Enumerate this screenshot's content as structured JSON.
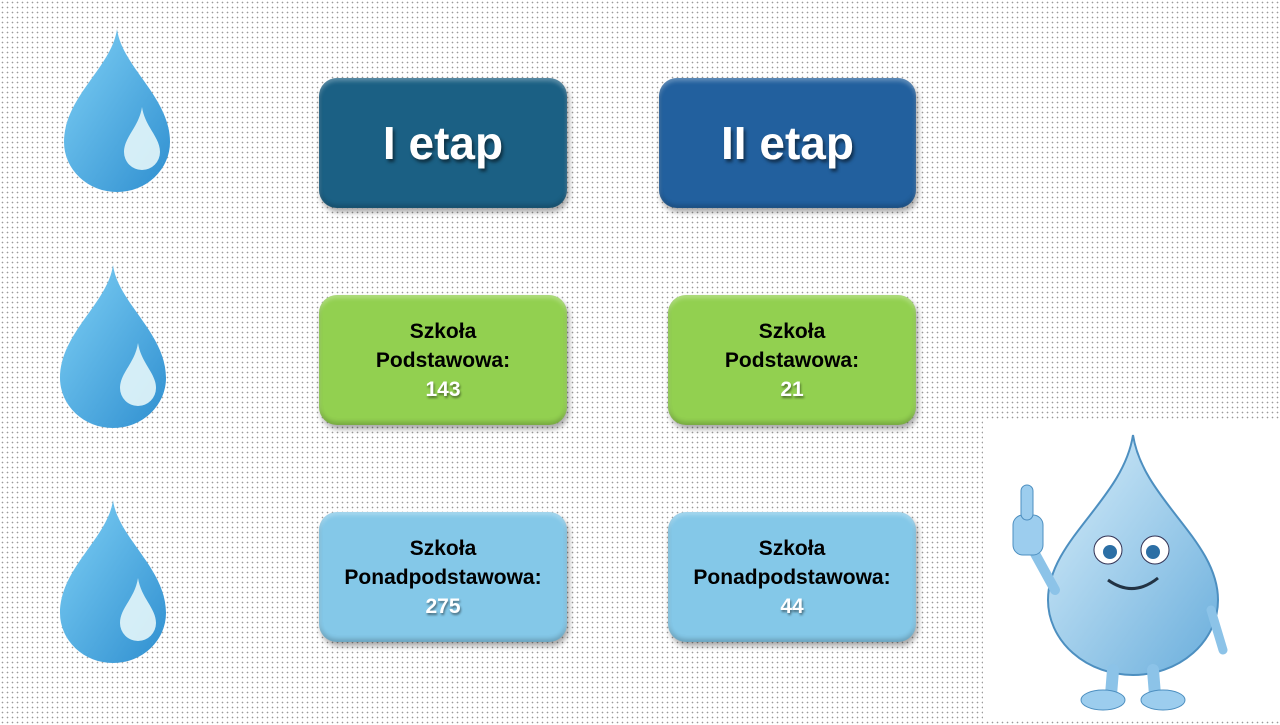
{
  "stages": [
    {
      "title": "I etap",
      "primary": {
        "label_line1": "Szkoła",
        "label_line2": "Podstawowa:",
        "value": "143"
      },
      "secondary": {
        "label_line1": "Szkoła",
        "label_line2": "Ponadpodstawowa:",
        "value": "275"
      }
    },
    {
      "title": "II etap",
      "primary": {
        "label_line1": "Szkoła",
        "label_line2": "Podstawowa:",
        "value": "21"
      },
      "secondary": {
        "label_line1": "Szkoła",
        "label_line2": "Ponadpodstawowa:",
        "value": "44"
      }
    }
  ],
  "colors": {
    "stage1": "#1b6084",
    "stage2": "#22609e",
    "primary": "#92d050",
    "secondary": "#84c8e8",
    "drop": "#4fb3e6"
  },
  "icons": [
    "water-drop-icon",
    "water-drop-mascot"
  ]
}
